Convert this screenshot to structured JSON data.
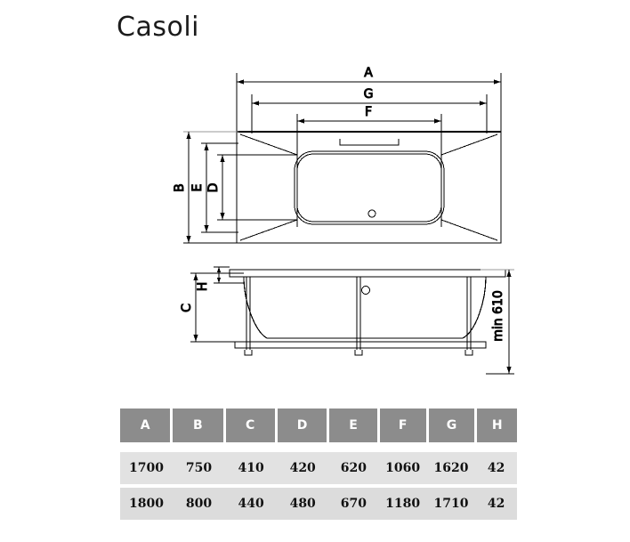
{
  "page": {
    "title": "Casoli",
    "background_color": "#ffffff"
  },
  "drawing": {
    "top_view": {
      "name": "bathtub-top-view",
      "horizontal_dimensions": [
        {
          "label": "A",
          "description": "overall length"
        },
        {
          "label": "G",
          "description": "inner frame length"
        },
        {
          "label": "F",
          "description": "basin opening length"
        }
      ],
      "vertical_dimensions": [
        {
          "label": "B",
          "description": "overall width"
        },
        {
          "label": "E",
          "description": "inner frame width"
        },
        {
          "label": "D",
          "description": "basin opening width"
        }
      ],
      "features": [
        {
          "name": "drain-hole",
          "shape": "circle"
        },
        {
          "name": "rim-notch",
          "shape": "rectangular-notch"
        }
      ]
    },
    "side_view": {
      "name": "bathtub-side-view",
      "left_dimensions": [
        {
          "label": "C",
          "description": "tub depth to floor rail"
        },
        {
          "label": "H",
          "description": "rim thickness"
        }
      ],
      "right_dimensions": [
        {
          "label": "min 610",
          "description": "minimum installation height"
        }
      ],
      "features": [
        {
          "name": "overflow-hole",
          "shape": "circle"
        },
        {
          "name": "support-leg",
          "count": 3
        },
        {
          "name": "support-rail",
          "shape": "horizontal-bar"
        }
      ]
    }
  },
  "spec_table": {
    "name": "dimensions-table",
    "header_bg": "#8c8c8c",
    "header_text_color": "#ffffff",
    "row_bg": "#e2e2e2",
    "row_alt_bg": "#dcdcdc",
    "columns": [
      "A",
      "B",
      "C",
      "D",
      "E",
      "F",
      "G",
      "H"
    ],
    "rows": [
      [
        "1700",
        "750",
        "410",
        "420",
        "620",
        "1060",
        "1620",
        "42"
      ],
      [
        "1800",
        "800",
        "440",
        "480",
        "670",
        "1180",
        "1710",
        "42"
      ]
    ]
  }
}
